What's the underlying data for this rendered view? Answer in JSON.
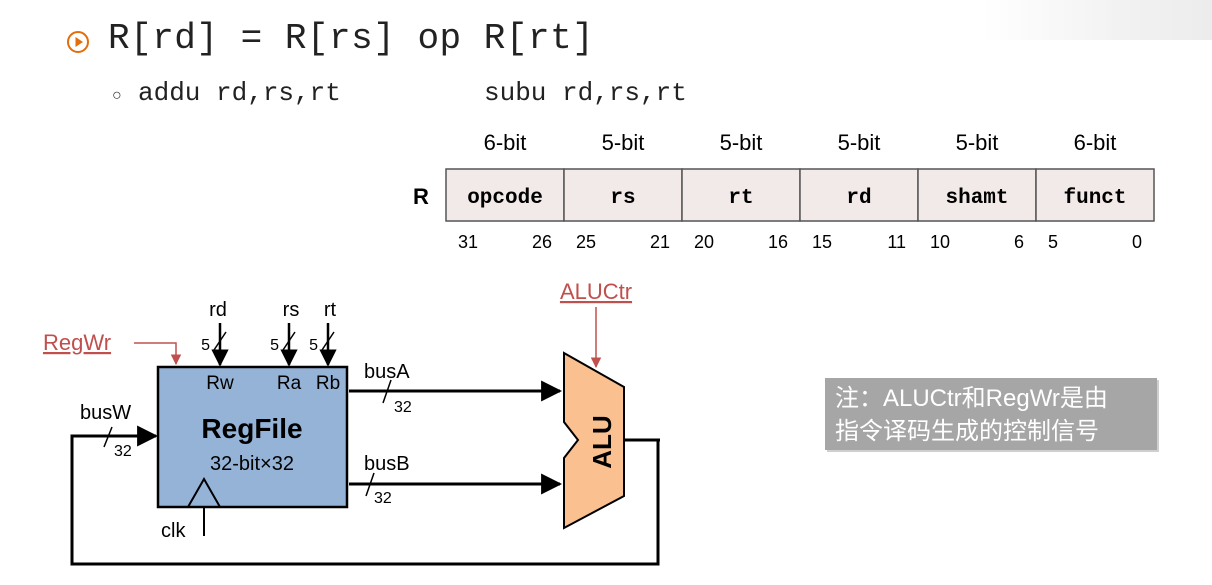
{
  "title": {
    "formula": "R[rd] = R[rs] op R[rt]"
  },
  "instructions": [
    "addu rd,rs,rt",
    "subu rd,rs,rt"
  ],
  "format_table": {
    "row_label": "R",
    "fields": [
      {
        "width": "6-bit",
        "name": "opcode",
        "hi": "31",
        "lo": "26"
      },
      {
        "width": "5-bit",
        "name": "rs",
        "hi": "25",
        "lo": "21"
      },
      {
        "width": "5-bit",
        "name": "rt",
        "hi": "20",
        "lo": "16"
      },
      {
        "width": "5-bit",
        "name": "rd",
        "hi": "15",
        "lo": "11"
      },
      {
        "width": "5-bit",
        "name": "shamt",
        "hi": "10",
        "lo": "6"
      },
      {
        "width": "6-bit",
        "name": "funct",
        "hi": "5",
        "lo": "0"
      }
    ]
  },
  "diagram": {
    "regfile_name": "RegFile",
    "regfile_size": "32-bit×32",
    "ports": {
      "rw": "Rw",
      "ra": "Ra",
      "rb": "Rb"
    },
    "inputs": {
      "rd": "rd",
      "rs": "rs",
      "rt": "rt"
    },
    "input_width": "5",
    "reg_write": "RegWr",
    "alu_ctr": "ALUCtr",
    "alu_label": "ALU",
    "bus_a": "busA",
    "bus_b": "busB",
    "bus_w": "busW",
    "bus_width": "32",
    "clock": "clk"
  },
  "note": {
    "line1": "注：ALUCtr和RegWr是由",
    "line2": "指令译码生成的控制信号"
  },
  "colors": {
    "field_fill": "#f2e9e9",
    "regfile_fill": "#95b3d7",
    "alu_fill": "#fac090",
    "signal_red": "#c0504d",
    "note_bg": "#a6a6a6",
    "icon_orange": "#e46c0a"
  }
}
